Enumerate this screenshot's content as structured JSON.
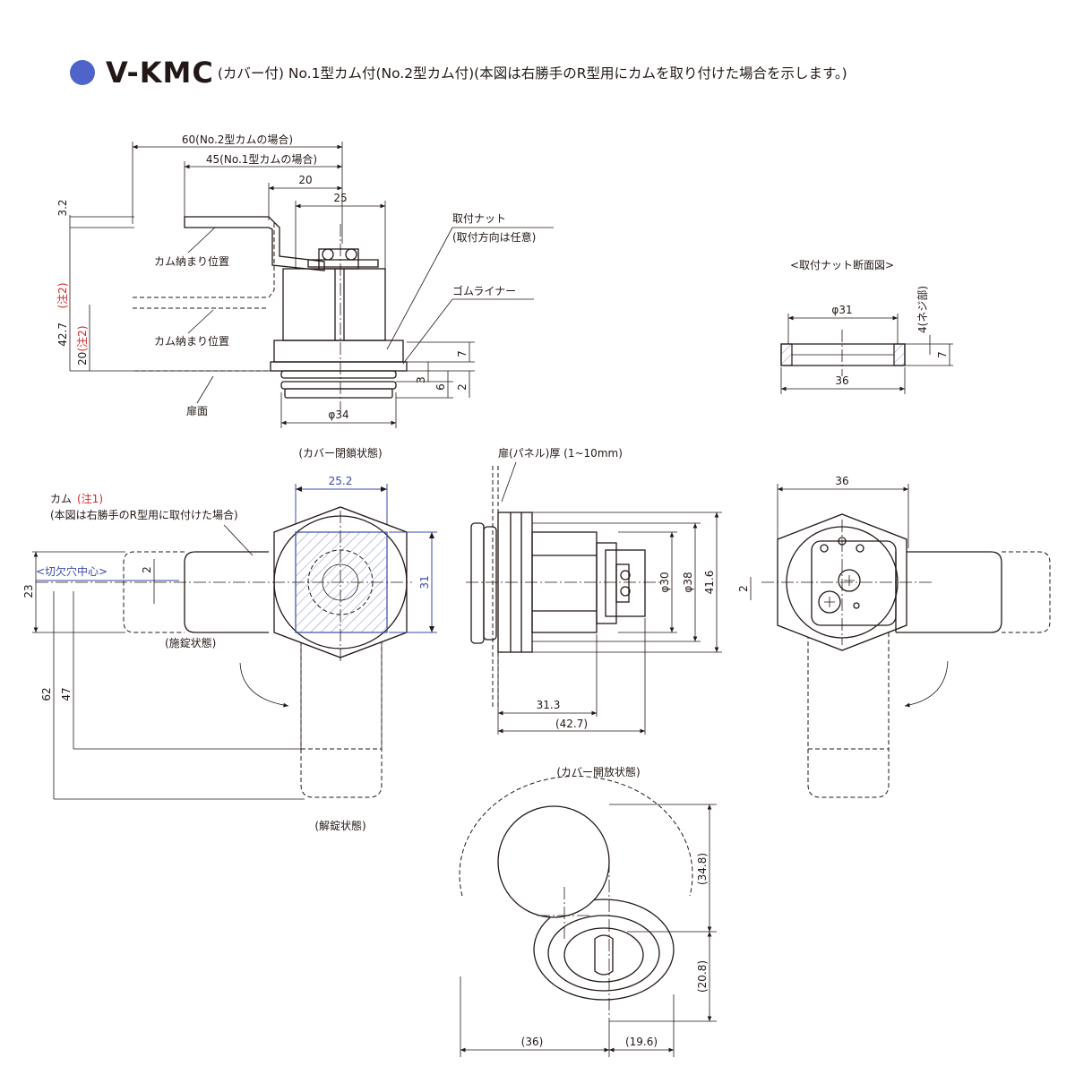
{
  "header": {
    "title": "V-KMC",
    "subtitle": "(カバー付) No.1型カム付(No.2型カム付)(本図は右勝手のR型用にカムを取り付けた場合を示します。)"
  },
  "colors": {
    "bullet": "#4f63c9",
    "line": "#231815",
    "note_red": "#d9252a",
    "blue": "#3a49a8"
  },
  "top_view": {
    "dim_60": "60(No.2型カムの場合)",
    "dim_45": "45(No.1型カムの場合)",
    "dim_20": "20",
    "dim_25": "25",
    "dim_3_2": "3.2",
    "dim_42_7": "42.7",
    "dim_42_7_note": "(注2)",
    "dim_20v": "20",
    "dim_20v_note": "(注2)",
    "cam_pos_1": "カム納まり位置",
    "cam_pos_2": "カム納まり位置",
    "door_face": "扉面",
    "nut_label": "取付ナット",
    "nut_note": "(取付方向は任意)",
    "rubber_liner": "ゴムライナー",
    "dim_7": "7",
    "dim_3": "3",
    "dim_6": "6",
    "dim_2": "2",
    "dim_phi34": "φ34"
  },
  "nut_section": {
    "title": "<取付ナット断面図>",
    "dim_phi31": "φ31",
    "dim_4": "4(ネジ部)",
    "dim_7": "7",
    "dim_36": "36"
  },
  "front_view": {
    "state_closed": "(カバー閉鎖状態)",
    "dim_25_2": "25.2",
    "cam_label": "カム",
    "cam_note": "(注1)",
    "cam_desc": "(本図は右勝手のR型用に取付けた場合)",
    "cutout_center": "<切欠穴中心>",
    "dim_2": "2",
    "dim_23": "23",
    "dim_31": "31",
    "locked": "(施錠状態)",
    "dim_62": "62",
    "dim_47": "47",
    "unlocked": "(解錠状態)"
  },
  "side_view": {
    "panel_label": "扉(パネル)厚 (1~10mm)",
    "dim_phi30": "φ30",
    "dim_phi38": "φ38",
    "dim_41_6": "41.6",
    "dim_31_3": "31.3",
    "dim_42_7": "(42.7)"
  },
  "back_view": {
    "dim_36": "36",
    "dim_2": "2"
  },
  "open_view": {
    "state_open": "(カバー開放状態)",
    "dim_34_8": "(34.8)",
    "dim_20_8": "(20.8)",
    "dim_36": "(36)",
    "dim_19_6": "(19.6)"
  }
}
